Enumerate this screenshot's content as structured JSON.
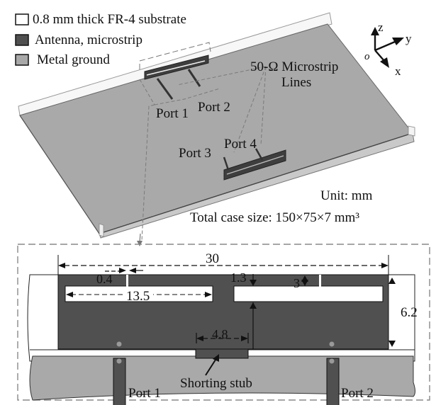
{
  "legend": [
    {
      "label": "0.8 mm thick FR-4 substrate",
      "swatch": "#ffffff"
    },
    {
      "label": "Antenna, microstrip",
      "swatch": "#505050"
    },
    {
      "label": "Metal ground",
      "swatch": "#a8a8a8"
    }
  ],
  "axes": {
    "z": "z",
    "y": "y",
    "x": "x",
    "origin": "o"
  },
  "labels_3d": {
    "microstrip_lines": [
      "50-Ω Microstrip",
      "Lines"
    ],
    "port1": "Port 1",
    "port2": "Port 2",
    "port3": "Port 3",
    "port4": "Port 4",
    "unit": "Unit:  mm",
    "case_size": "Total case size: 150×75×7 mm³"
  },
  "detail": {
    "dimensions": {
      "total_length": "30",
      "slot_width": "0.4",
      "slot_length": "13.5",
      "slot_offset": "1.3",
      "slot_depth": "3",
      "height": "6.2",
      "stub_width": "4.8"
    },
    "shorting_stub": "Shorting stub",
    "port1": "Port 1",
    "port2": "Port 2"
  },
  "colors": {
    "antenna": "#505050",
    "ground": "#a9a9a9",
    "substrate": "#ffffff",
    "dash": "#777777"
  }
}
